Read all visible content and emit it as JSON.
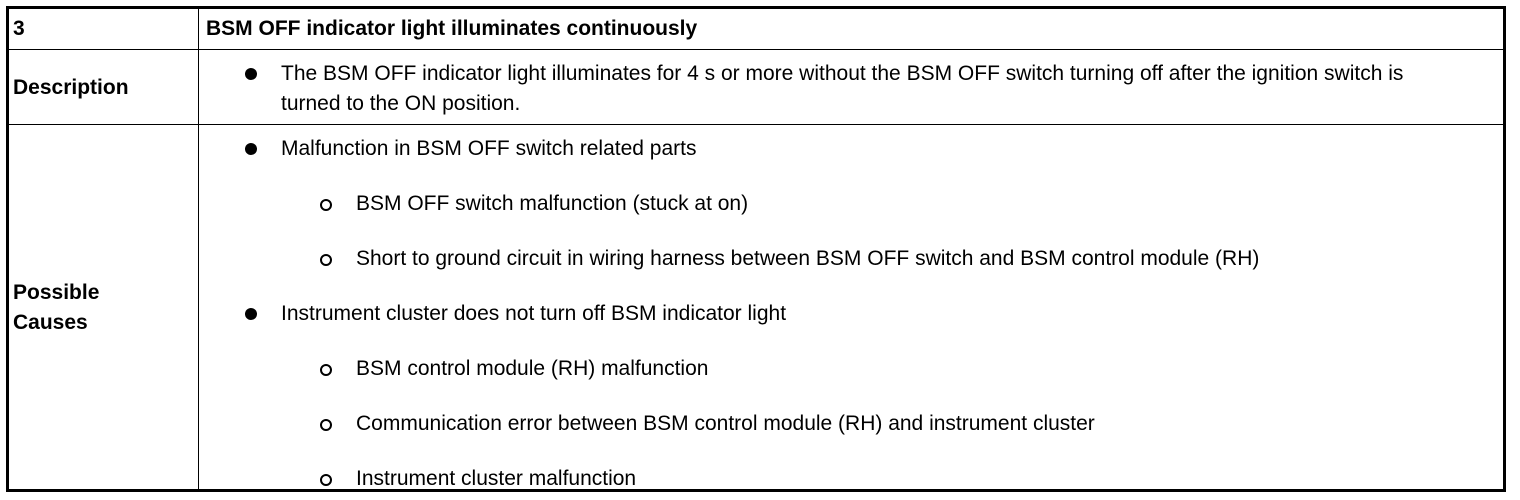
{
  "header": {
    "number": "3",
    "title": "BSM OFF indicator light illuminates continuously"
  },
  "description": {
    "label": "Description",
    "items": [
      "The BSM OFF indicator light illuminates for 4 s or more without the BSM OFF switch turning off after the ignition switch is turned to the ON position."
    ]
  },
  "causes": {
    "label": "Possible Causes",
    "groups": [
      {
        "text": "Malfunction in BSM OFF switch related parts",
        "subitems": [
          "BSM OFF switch malfunction (stuck at on)",
          "Short to ground circuit in wiring harness between BSM OFF switch and BSM control module (RH)"
        ]
      },
      {
        "text": "Instrument cluster does not turn off BSM indicator light",
        "subitems": [
          "BSM control module (RH) malfunction",
          "Communication error between BSM control module (RH) and instrument cluster",
          "Instrument cluster malfunction"
        ]
      }
    ]
  }
}
